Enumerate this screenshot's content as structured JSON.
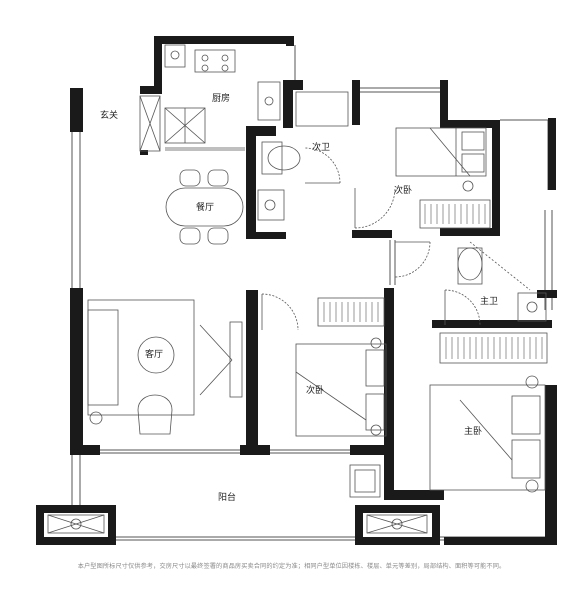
{
  "rooms": {
    "entrance": "玄关",
    "kitchen": "厨房",
    "second_bath": "次卫",
    "bedroom_north": "次卧",
    "dining": "餐厅",
    "living": "客厅",
    "bedroom_middle": "次卧",
    "master_bath": "主卫",
    "master_bedroom": "主卧",
    "balcony": "阳台"
  },
  "disclaimer": "本户型图所标尺寸仅供参考，交房尺寸以最终签署的商品房买卖合同的约定为准；相同户型单位因楼栋、楼层、单元等差别，局部结构、面积等可能不同。",
  "colors": {
    "wall": "#1a1a1a",
    "line": "#555555",
    "label": "#222222",
    "note": "#8a8a8a"
  }
}
